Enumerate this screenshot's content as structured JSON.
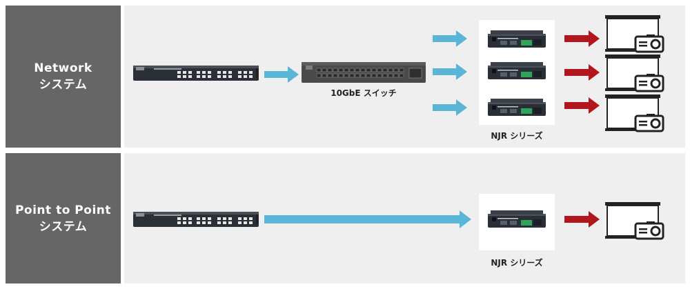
{
  "network": {
    "label_line1": "Network",
    "label_line2": "システム",
    "switch_caption": "10GbE スイッチ",
    "njr_caption": "NJR シリーズ"
  },
  "p2p": {
    "label_line1": "Point to Point",
    "label_line2": "システム",
    "njr_caption": "NJR シリーズ"
  },
  "colors": {
    "label_panel": "#666666",
    "content_panel": "#efefef",
    "arrow_blue": "#5bb5d6",
    "arrow_red": "#b3151c"
  },
  "icons": {
    "source_device": "rack-unit-icon",
    "switch": "network-switch-icon",
    "njr_unit": "njr-receiver-icon",
    "output": "projector-screen-icon"
  }
}
